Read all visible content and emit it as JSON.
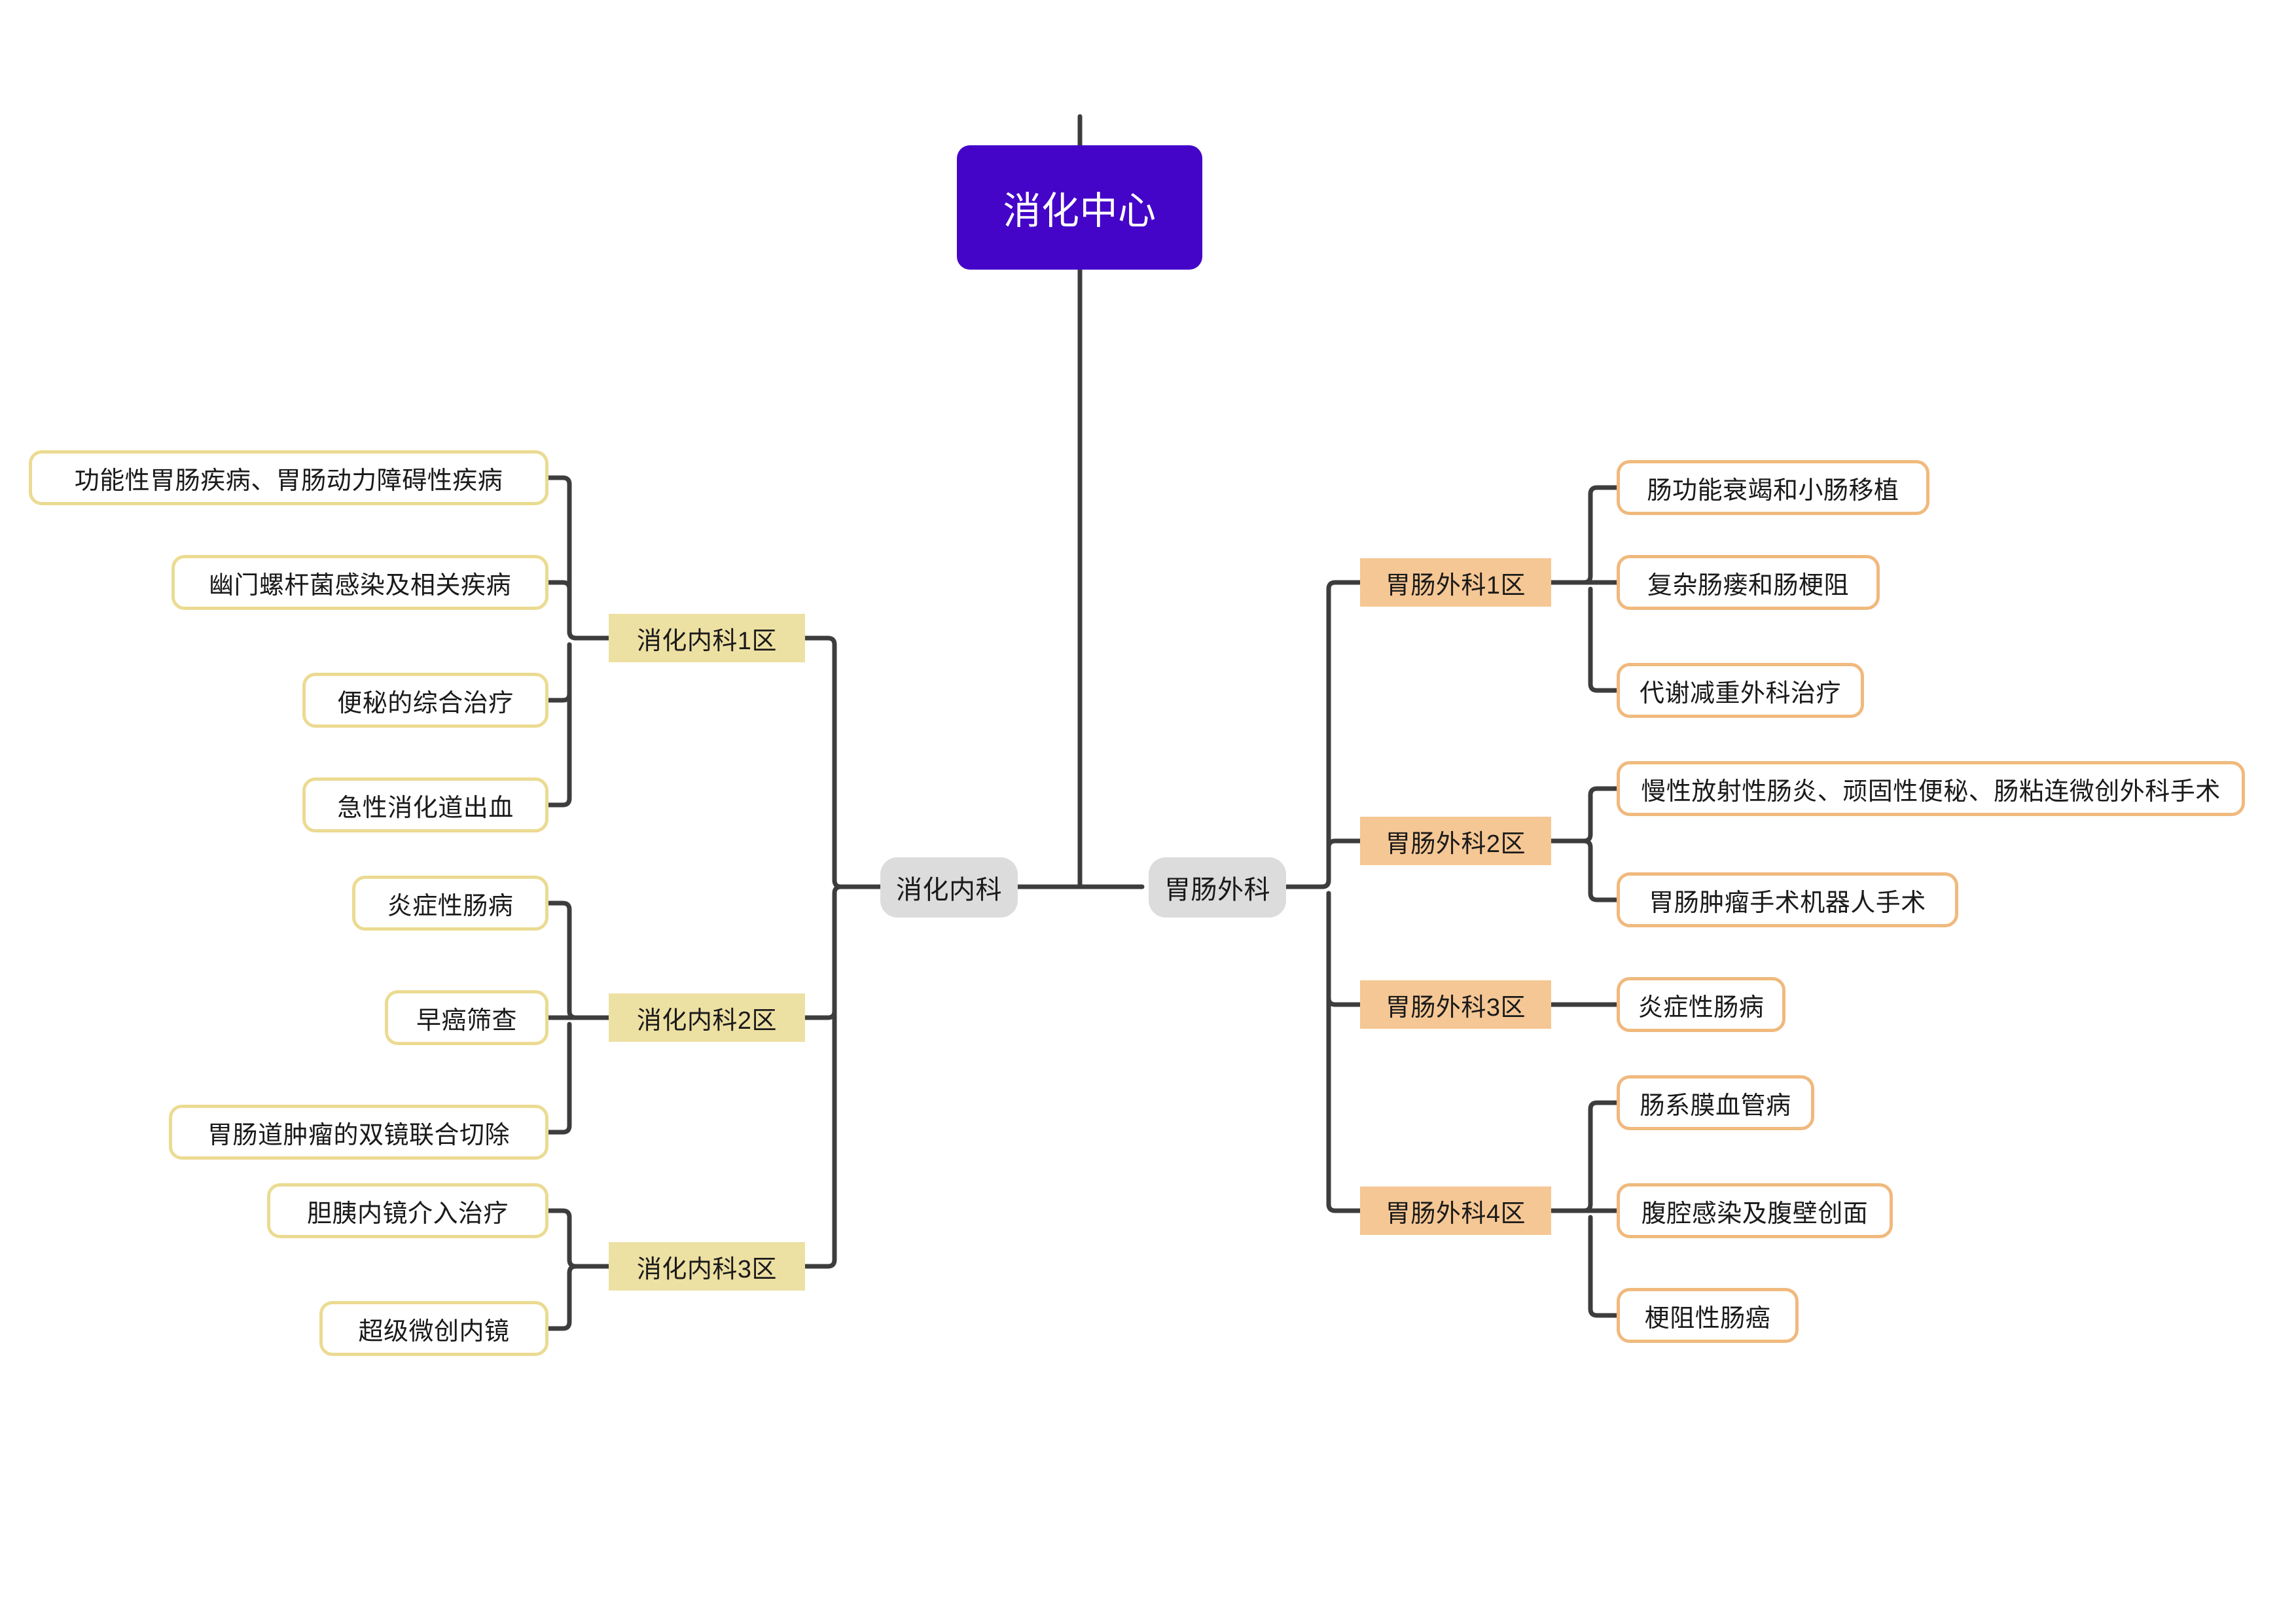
{
  "diagram": {
    "type": "mindmap",
    "title": "消化中心",
    "orientation": "horizontal-bidirectional",
    "colors": {
      "root_fill": "#4405C8",
      "root_text": "#ffffff",
      "department_fill": "#dcdcdc",
      "ward_yellow_fill": "#EDE0A3",
      "ward_orange_fill": "#F5C794",
      "leaf_yellow_border": "#EBDB92",
      "leaf_orange_border": "#F0B97D",
      "leaf_fill": "#ffffff",
      "connector": "#3d3d3d",
      "background": "#ffffff"
    }
  },
  "root": {
    "label": "消化中心"
  },
  "left_branch": {
    "label": "消化内科",
    "wards": [
      {
        "label": "消化内科1区",
        "leaves": [
          {
            "label": "功能性胃肠疾病、胃肠动力障碍性疾病"
          },
          {
            "label": "幽门螺杆菌感染及相关疾病"
          },
          {
            "label": "便秘的综合治疗"
          },
          {
            "label": "急性消化道出血"
          }
        ]
      },
      {
        "label": "消化内科2区",
        "leaves": [
          {
            "label": "炎症性肠病"
          },
          {
            "label": "早癌筛查"
          },
          {
            "label": "胃肠道肿瘤的双镜联合切除"
          }
        ]
      },
      {
        "label": "消化内科3区",
        "leaves": [
          {
            "label": "胆胰内镜介入治疗"
          },
          {
            "label": "超级微创内镜"
          }
        ]
      }
    ]
  },
  "right_branch": {
    "label": "胃肠外科",
    "wards": [
      {
        "label": "胃肠外科1区",
        "leaves": [
          {
            "label": "肠功能衰竭和小肠移植"
          },
          {
            "label": "复杂肠瘘和肠梗阻"
          },
          {
            "label": "代谢减重外科治疗"
          }
        ]
      },
      {
        "label": "胃肠外科2区",
        "leaves": [
          {
            "label": "慢性放射性肠炎、顽固性便秘、肠粘连微创外科手术"
          },
          {
            "label": "胃肠肿瘤手术机器人手术"
          }
        ]
      },
      {
        "label": "胃肠外科3区",
        "leaves": [
          {
            "label": "炎症性肠病"
          }
        ]
      },
      {
        "label": "胃肠外科4区",
        "leaves": [
          {
            "label": "肠系膜血管病"
          },
          {
            "label": "腹腔感染及腹壁创面"
          },
          {
            "label": "梗阻性肠癌"
          }
        ]
      }
    ]
  }
}
